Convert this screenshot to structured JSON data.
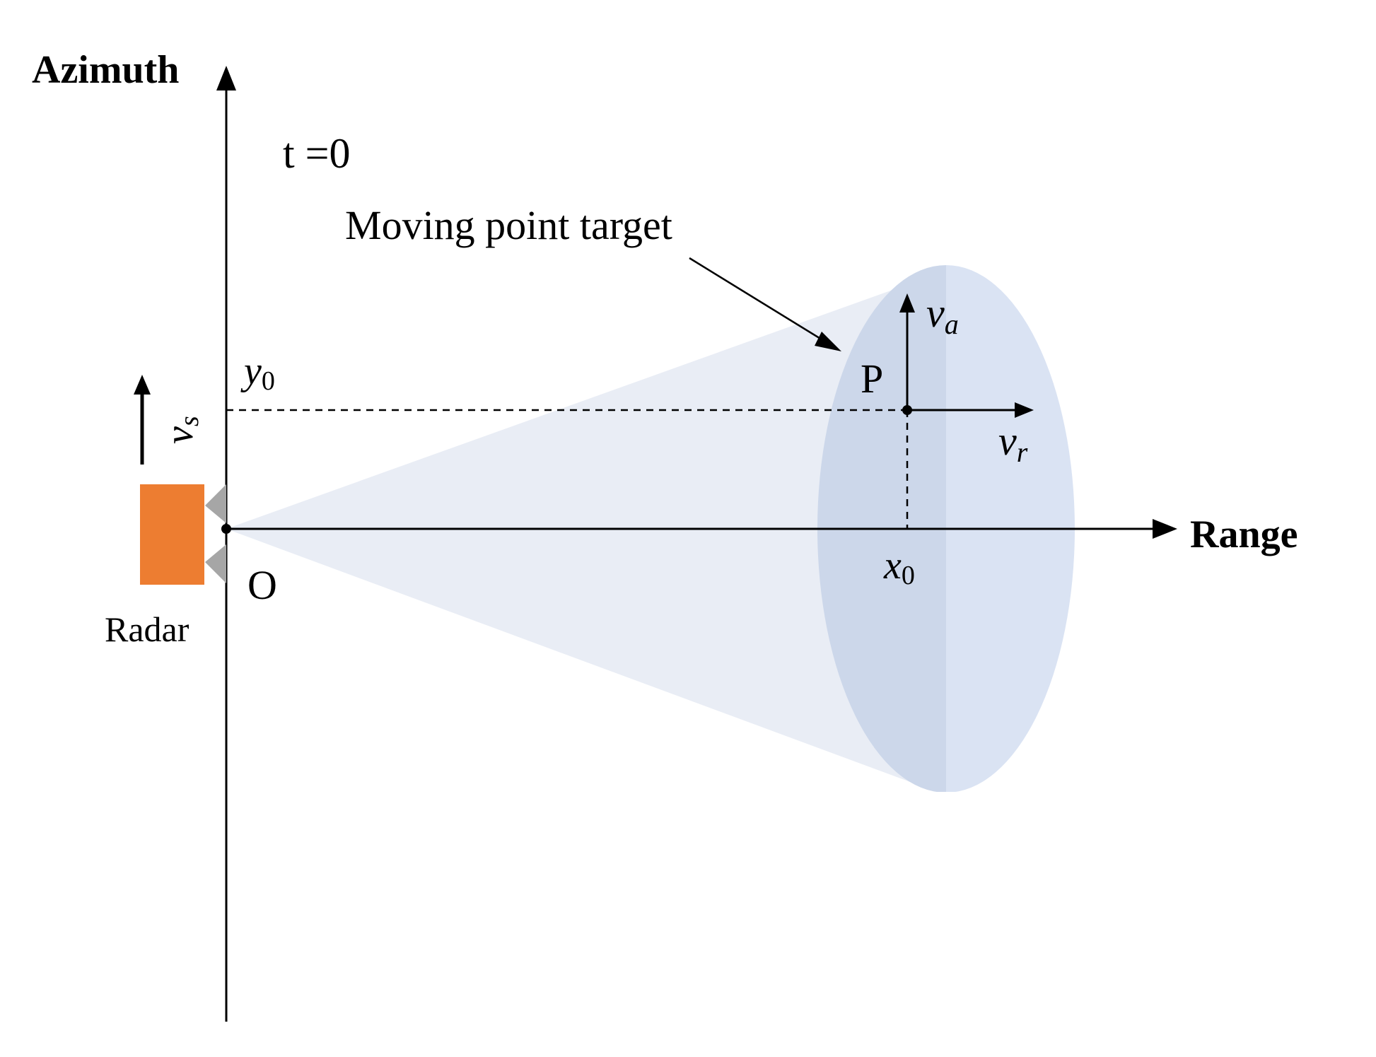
{
  "labels": {
    "azimuth_axis": "Azimuth",
    "range_axis": "Range",
    "time": "t =0",
    "target_caption": "Moving point target",
    "origin": "O",
    "radar": "Radar",
    "point": "P",
    "y0_base": "y",
    "y0_sub": "0",
    "x0_base": "x",
    "x0_sub": "0",
    "va_base": "v",
    "va_sub": "a",
    "vr_base": "v",
    "vr_sub": "r",
    "vs_base": "v",
    "vs_sub": "s"
  },
  "colors": {
    "radar_body": "#ED7D31",
    "antenna": "#A6A6A6",
    "beam": "#E9EDF5",
    "ellipse_left": "#CCD7EA",
    "ellipse_right": "#DAE3F3",
    "ink": "#000000"
  }
}
